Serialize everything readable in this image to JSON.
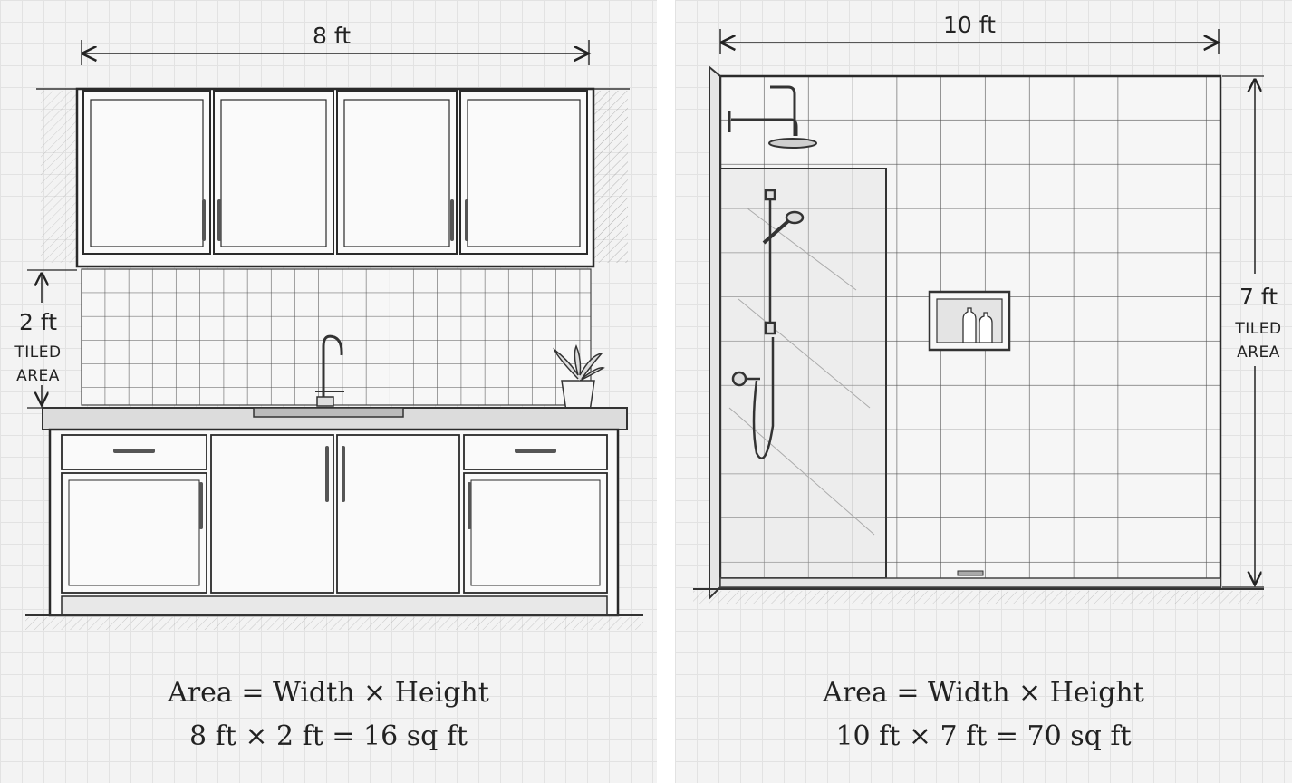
{
  "kitchen": {
    "width_label": "8 ft",
    "height_label": "2 ft",
    "tiled_line1": "TILED",
    "tiled_line2": "AREA",
    "formula_line1": "Area = Width × Height",
    "formula_line2": "8 ft × 2 ft = 16 sq ft"
  },
  "shower": {
    "width_label": "10 ft",
    "height_label": "7 ft",
    "tiled_line1": "TILED",
    "tiled_line2": "AREA",
    "formula_line1": "Area = Width × Height",
    "formula_line2": "10 ft × 7 ft = 70 sq ft"
  },
  "colors": {
    "line": "#2a2a2a",
    "paper": "#f3f3f3",
    "grid": "#e2e2e2"
  }
}
